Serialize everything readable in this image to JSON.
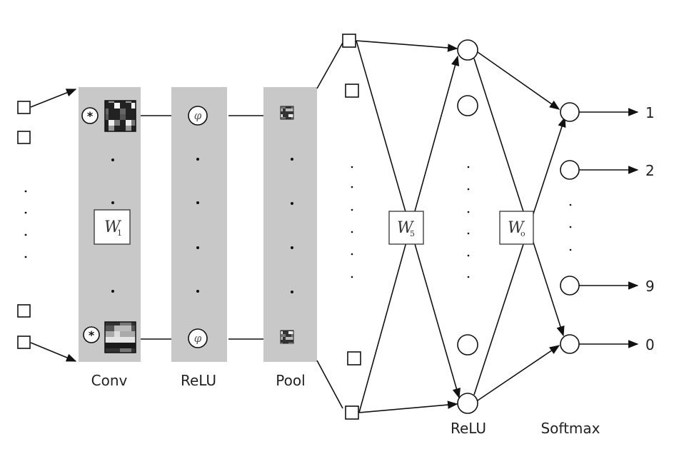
{
  "layers": {
    "conv": "Conv",
    "relu1": "ReLU",
    "pool": "Pool",
    "relu2": "ReLU",
    "softmax": "Softmax"
  },
  "weights": {
    "w1": {
      "symbol": "W",
      "sub": "1"
    },
    "w5": {
      "symbol": "W",
      "sub": "5"
    },
    "wo": {
      "symbol": "W",
      "sub": "o"
    }
  },
  "symbols": {
    "convolution": "*",
    "activation": "φ"
  },
  "outputs": [
    "1",
    "2",
    "9",
    "0"
  ]
}
